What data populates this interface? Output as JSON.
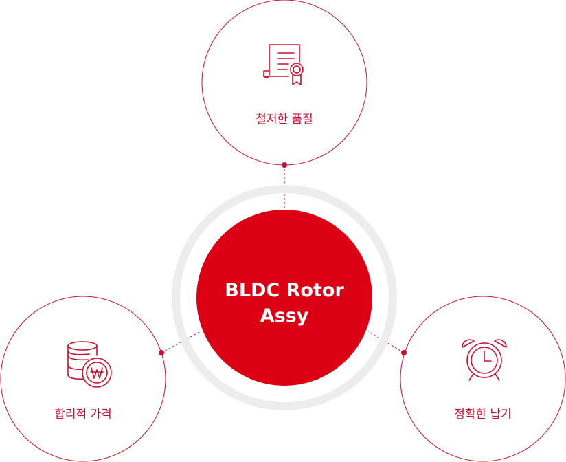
{
  "colors": {
    "accent": "#c8102e",
    "core_fill": "#dc0015",
    "ring": "#ededed",
    "connector_dot": "#c8102e"
  },
  "center": {
    "line1": "BLDC Rotor",
    "line2": "Assy"
  },
  "nodes": {
    "quality": {
      "label": "철저한 품질",
      "icon": "certificate-icon"
    },
    "price": {
      "label": "합리적 가격",
      "icon": "coins-won-icon"
    },
    "delivery": {
      "label": "정확한 납기",
      "icon": "alarm-clock-icon"
    }
  }
}
